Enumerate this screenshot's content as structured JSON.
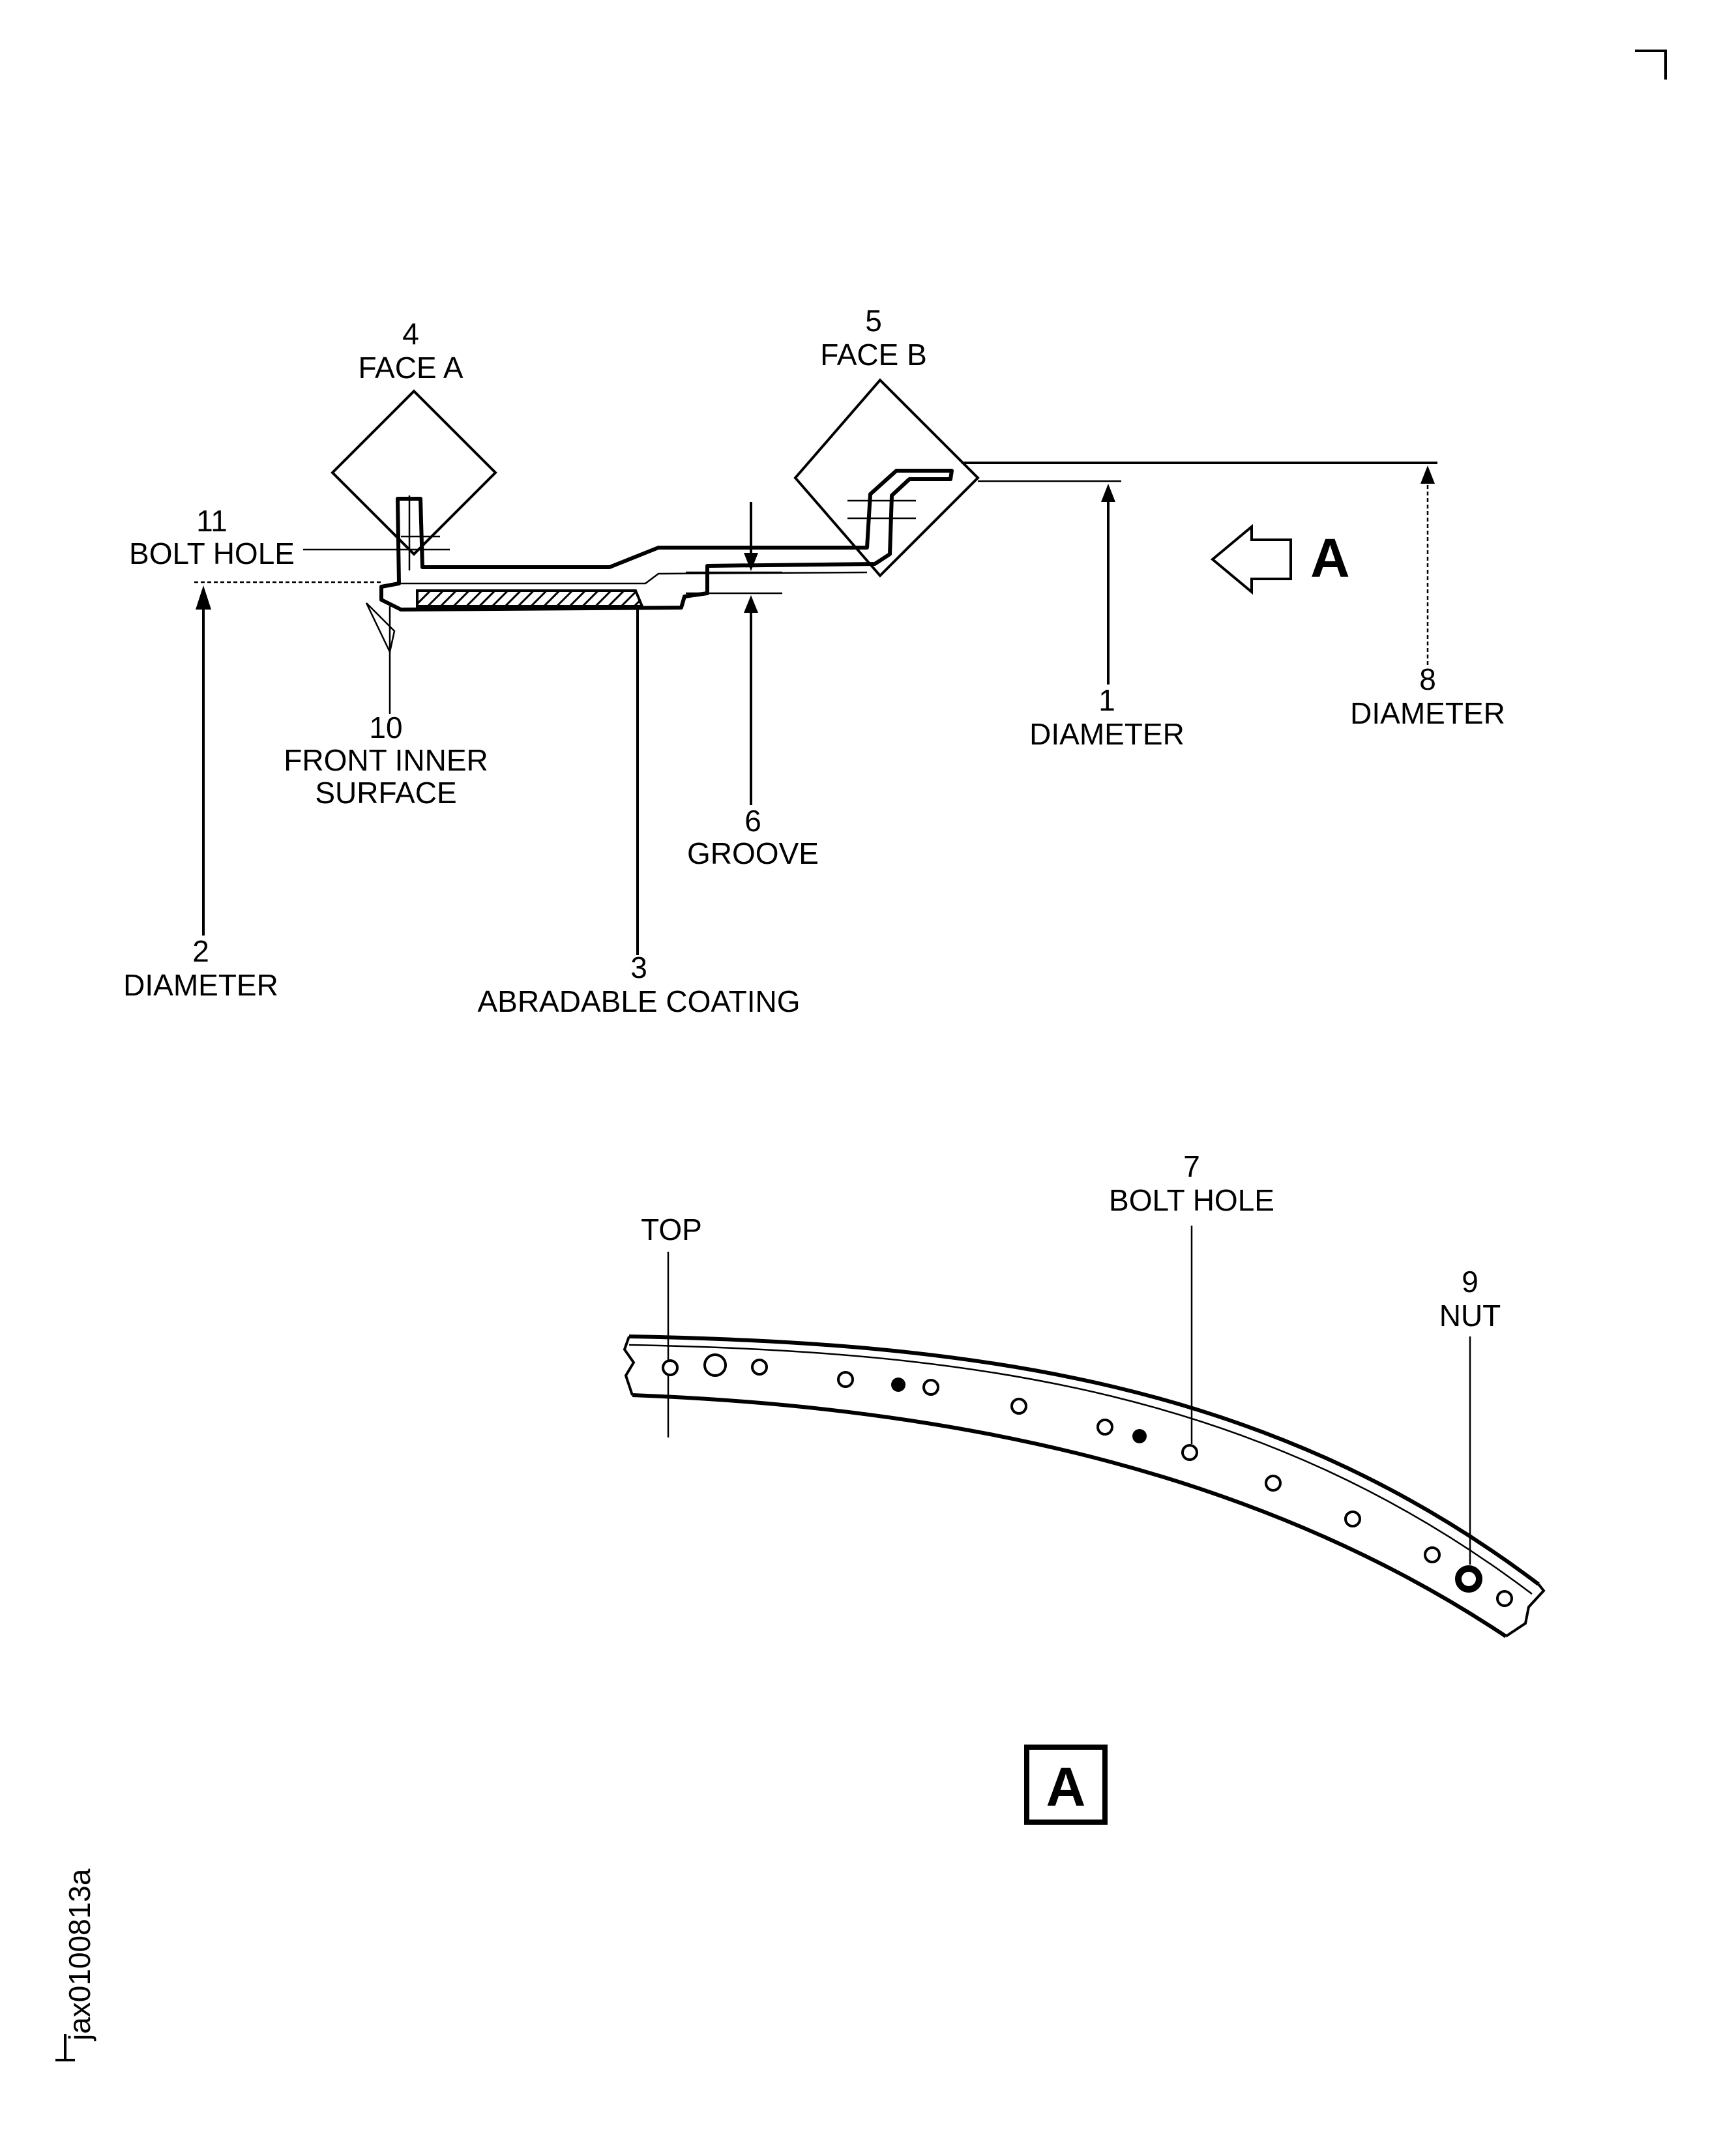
{
  "section_view": {
    "callouts": [
      {
        "num": "4",
        "text": "FACE A"
      },
      {
        "num": "5",
        "text": "FACE B"
      },
      {
        "num": "11",
        "text": "BOLT HOLE"
      },
      {
        "num": "10",
        "text": "FRONT INNER",
        "text2": "SURFACE"
      },
      {
        "num": "1",
        "text": "DIAMETER"
      },
      {
        "num": "8",
        "text": "DIAMETER"
      },
      {
        "num": "6",
        "text": "GROOVE"
      },
      {
        "num": "2",
        "text": "DIAMETER"
      },
      {
        "num": "3",
        "text": "ABRADABLE COATING"
      }
    ],
    "view_arrow_label": "A"
  },
  "view_a": {
    "top_label": "TOP",
    "callouts": [
      {
        "num": "7",
        "text": "BOLT HOLE"
      },
      {
        "num": "9",
        "text": "NUT"
      }
    ],
    "view_box_label": "A"
  },
  "figure_id": "jax0100813a"
}
